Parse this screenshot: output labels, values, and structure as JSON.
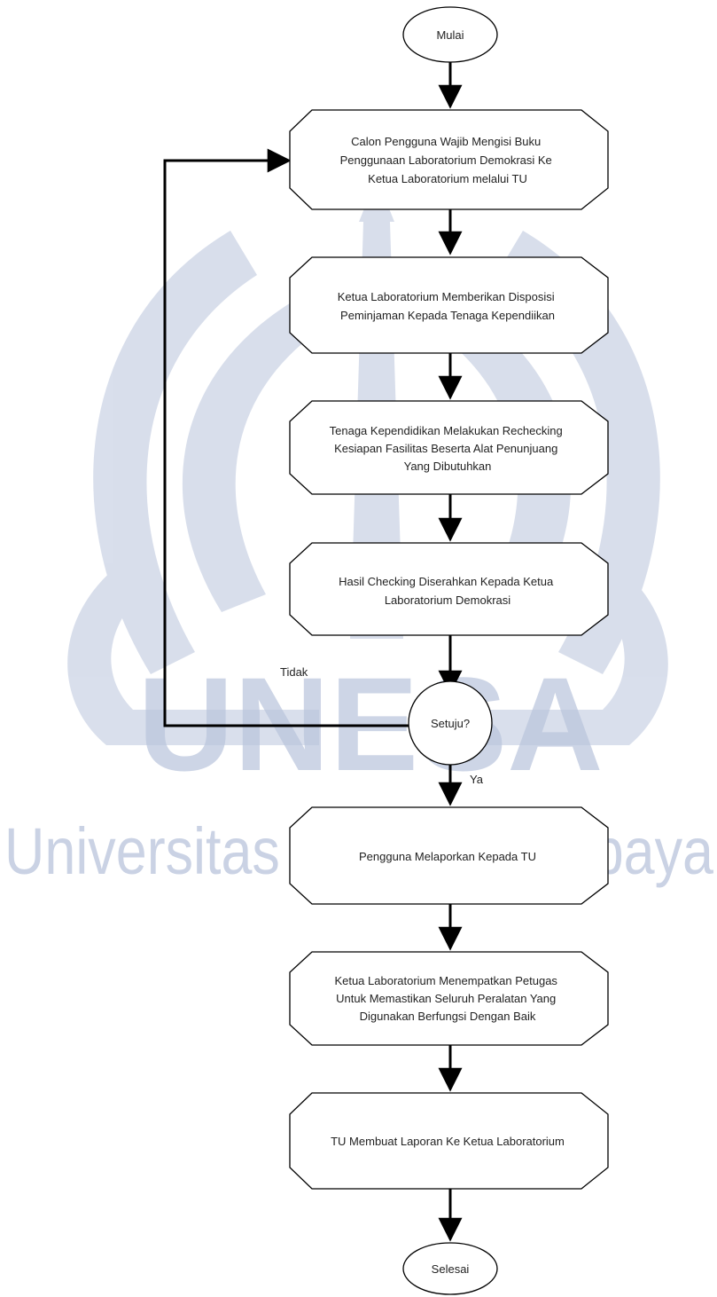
{
  "watermark": {
    "acronym": "UNESA",
    "name": "Universitas Negeri Surabaya",
    "color": "#b9c4dc"
  },
  "flow": {
    "start": "Mulai",
    "steps": [
      [
        "Calon Pengguna Wajib Mengisi Buku",
        "Penggunaan Laboratorium Demokrasi Ke",
        "Ketua Laboratorium melalui TU"
      ],
      [
        "Ketua Laboratorium Memberikan Disposisi",
        "Peminjaman Kepada Tenaga Kependiikan"
      ],
      [
        "Tenaga Kependidikan Melakukan Rechecking",
        "Kesiapan Fasilitas Beserta Alat Penunjuang",
        "Yang Dibutuhkan"
      ],
      [
        "Hasil Checking Diserahkan Kepada Ketua",
        "Laboratorium Demokrasi"
      ]
    ],
    "decision": "Setuju?",
    "no_label": "Tidak",
    "yes_label": "Ya",
    "after_steps": [
      [
        "Pengguna Melaporkan Kepada TU"
      ],
      [
        "Ketua Laboratorium Menempatkan Petugas",
        "Untuk Memastikan Seluruh Peralatan Yang",
        "Digunakan Berfungsi Dengan Baik"
      ],
      [
        "TU Membuat Laporan Ke Ketua Laboratorium"
      ]
    ],
    "end": "Selesai"
  }
}
